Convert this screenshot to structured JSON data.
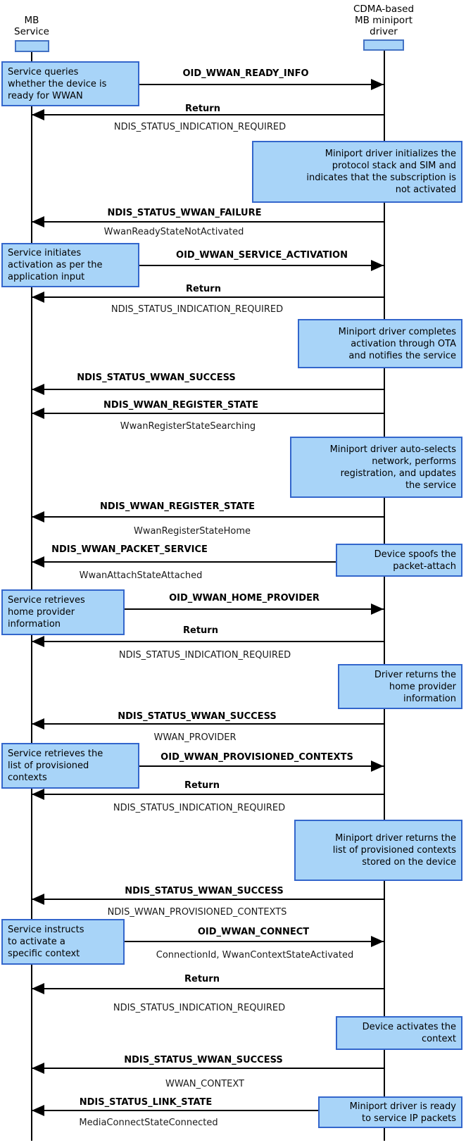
{
  "colors": {
    "note_fill": "#A8D4F8",
    "note_border": "#3366CC",
    "actor_border": "#4372C4",
    "line": "#000000"
  },
  "actors": [
    {
      "label": "MB\nService"
    },
    {
      "label": "CDMA-based\nMB miniport\ndriver"
    }
  ],
  "notes": [
    {
      "side": "left",
      "text": "Service queries\nwhether the device is\nready for WWAN"
    },
    {
      "side": "right",
      "text": "Miniport driver initializes the\nprotocol stack and SIM and\nindicates that the subscription is\nnot activated"
    },
    {
      "side": "left",
      "text": "Service initiates\nactivation as per the\napplication input"
    },
    {
      "side": "right",
      "text": "Miniport driver completes\nactivation through OTA\nand notifies the service"
    },
    {
      "side": "right",
      "text": "Miniport driver auto-selects\nnetwork, performs\nregistration, and updates\nthe service"
    },
    {
      "side": "right",
      "text": "Device spoofs the\npacket-attach"
    },
    {
      "side": "left",
      "text": "Service retrieves\nhome provider\ninformation"
    },
    {
      "side": "right",
      "text": "Driver returns the\nhome provider\ninformation"
    },
    {
      "side": "left",
      "text": "Service retrieves the\nlist of provisioned\ncontexts"
    },
    {
      "side": "right",
      "text": "Miniport driver returns the\nlist of provisioned contexts\nstored on the device"
    },
    {
      "side": "left",
      "text": "Service instructs\nto activate a\nspecific context"
    },
    {
      "side": "right",
      "text": "Device activates the\ncontext"
    },
    {
      "side": "right",
      "text": "Miniport driver is ready\nto service IP packets"
    }
  ],
  "messages": [
    {
      "label": "OID_WWAN_READY_INFO",
      "dir": "right"
    },
    {
      "label": "Return",
      "dir": "left",
      "sublabel": "NDIS_STATUS_INDICATION_REQUIRED"
    },
    {
      "label": "NDIS_STATUS_WWAN_FAILURE",
      "dir": "left",
      "sublabel": "WwanReadyStateNotActivated"
    },
    {
      "label": "OID_WWAN_SERVICE_ACTIVATION",
      "dir": "right"
    },
    {
      "label": "Return",
      "dir": "left",
      "sublabel": "NDIS_STATUS_INDICATION_REQUIRED"
    },
    {
      "label": "NDIS_STATUS_WWAN_SUCCESS",
      "dir": "left"
    },
    {
      "label": "NDIS_WWAN_REGISTER_STATE",
      "dir": "left",
      "sublabel": "WwanRegisterStateSearching"
    },
    {
      "label": "NDIS_WWAN_REGISTER_STATE",
      "dir": "left",
      "sublabel": "WwanRegisterStateHome"
    },
    {
      "label": "NDIS_WWAN_PACKET_SERVICE",
      "dir": "left",
      "sublabel": "WwanAttachStateAttached"
    },
    {
      "label": "OID_WWAN_HOME_PROVIDER",
      "dir": "right"
    },
    {
      "label": "Return",
      "dir": "left",
      "sublabel": "NDIS_STATUS_INDICATION_REQUIRED"
    },
    {
      "label": "NDIS_STATUS_WWAN_SUCCESS",
      "dir": "left",
      "sublabel": "WWAN_PROVIDER"
    },
    {
      "label": "OID_WWAN_PROVISIONED_CONTEXTS",
      "dir": "right"
    },
    {
      "label": "Return",
      "dir": "left",
      "sublabel": "NDIS_STATUS_INDICATION_REQUIRED"
    },
    {
      "label": "NDIS_STATUS_WWAN_SUCCESS",
      "dir": "left",
      "sublabel": "NDIS_WWAN_PROVISIONED_CONTEXTS"
    },
    {
      "label": "OID_WWAN_CONNECT",
      "dir": "right",
      "sublabel": "ConnectionId, WwanContextStateActivated"
    },
    {
      "label": "Return",
      "dir": "left",
      "sublabel": "NDIS_STATUS_INDICATION_REQUIRED"
    },
    {
      "label": "NDIS_STATUS_WWAN_SUCCESS",
      "dir": "left",
      "sublabel": "WWAN_CONTEXT"
    },
    {
      "label": "NDIS_STATUS_LINK_STATE",
      "dir": "left",
      "sublabel": "MediaConnectStateConnected"
    }
  ]
}
